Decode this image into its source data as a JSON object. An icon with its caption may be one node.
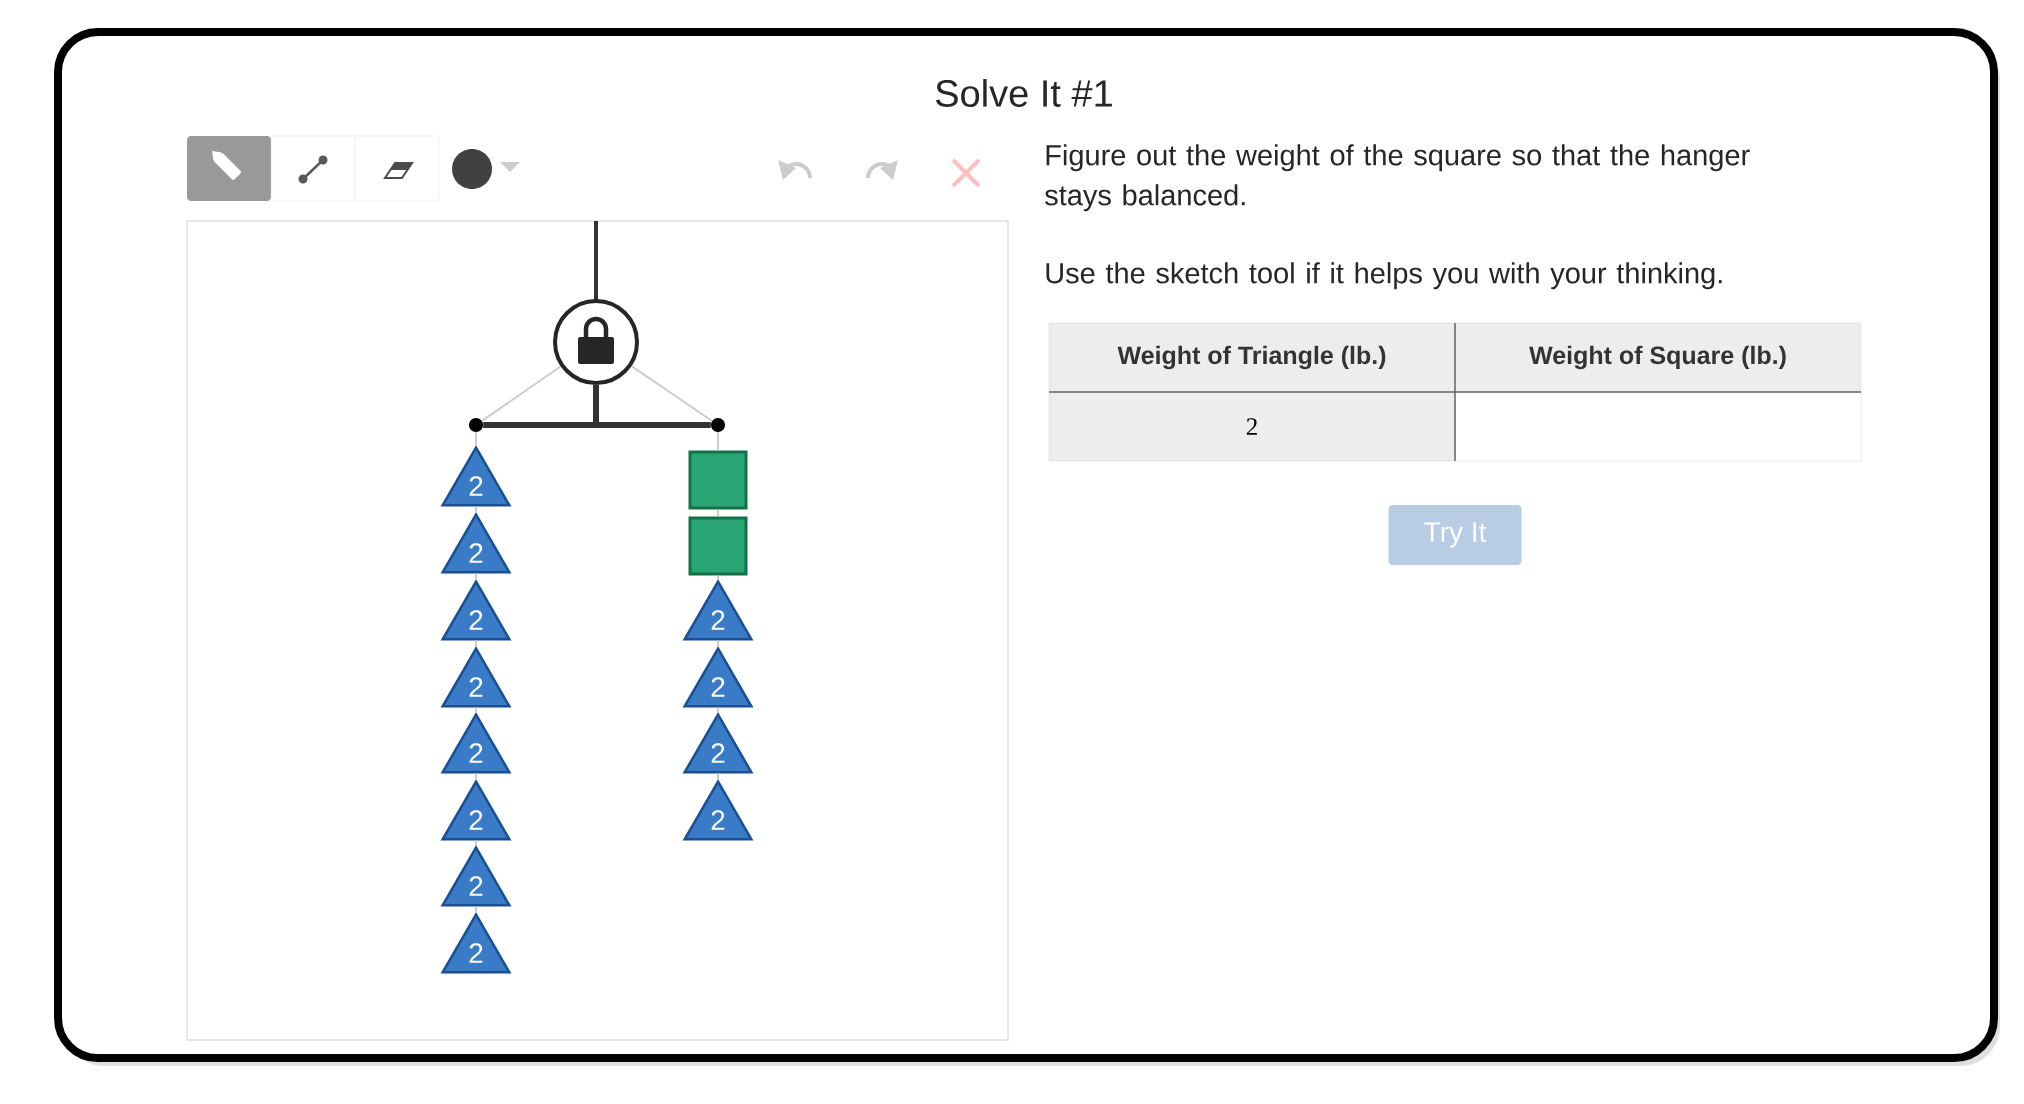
{
  "diagram": {
    "title": "Solve It #1",
    "nodes": [
      {
        "text": [],
        "shape": "circle"
      },
      {
        "text": [],
        "shape": "circle"
      },
      {
        "text": [],
        "shape": "circle"
      },
      {
        "text": [
          "2"
        ]
      },
      {
        "text": [
          "2"
        ]
      },
      {
        "text": [
          "2"
        ]
      },
      {
        "text": [
          "2"
        ]
      },
      {
        "text": [
          "2"
        ]
      },
      {
        "text": [
          "2"
        ]
      },
      {
        "text": [
          "2"
        ]
      },
      {
        "text": [
          "2"
        ]
      },
      {
        "text": [],
        "shape": "box"
      },
      {
        "text": [],
        "shape": "box"
      },
      {
        "text": [
          "2"
        ]
      },
      {
        "text": [
          "2"
        ]
      },
      {
        "text": [
          "2"
        ]
      },
      {
        "text": [
          "2"
        ]
      }
    ],
    "edges": [
      {
        "from": 0,
        "to": 1,
        "arrow": "none"
      },
      {
        "from": 0,
        "to": 2,
        "arrow": "none"
      },
      {
        "from": 1,
        "to": 2,
        "arrow": "none",
        "style": "thick",
        "color": "#333333"
      },
      {
        "from": 0,
        "to": null,
        "arrow": "none",
        "style": "thick",
        "color": "#333333"
      },
      {
        "from": 1,
        "to": 3,
        "arrow": "none"
      },
      {
        "from": 3,
        "to": 4,
        "arrow": "none"
      },
      {
        "from": 4,
        "to": 5,
        "arrow": "none"
      },
      {
        "from": 5,
        "to": 6,
        "arrow": "none"
      },
      {
        "from": 6,
        "to": 7,
        "arrow": "none"
      },
      {
        "from": 7,
        "to": 8,
        "arrow": "none"
      },
      {
        "from": 8,
        "to": 9,
        "arrow": "none"
      },
      {
        "from": 9,
        "to": 10,
        "arrow": "none"
      },
      {
        "from": 2,
        "to": 11,
        "arrow": "none"
      },
      {
        "from": 11,
        "to": 12,
        "arrow": "none"
      },
      {
        "from": 12,
        "to": 13,
        "arrow": "none"
      },
      {
        "from": 13,
        "to": 14,
        "arrow": "none"
      },
      {
        "from": 14,
        "to": 15,
        "arrow": "none"
      },
      {
        "from": 15,
        "to": 16,
        "arrow": "none"
      }
    ],
    "labels": [
      "Figure out the weight of the square so that the hanger stays balanced.",
      "Use the sketch tool if it helps you with your thinking.",
      "Weight of Triangle (lb.)",
      "Weight of Square (lb.)",
      "2",
      "Try It"
    ]
  }
}
